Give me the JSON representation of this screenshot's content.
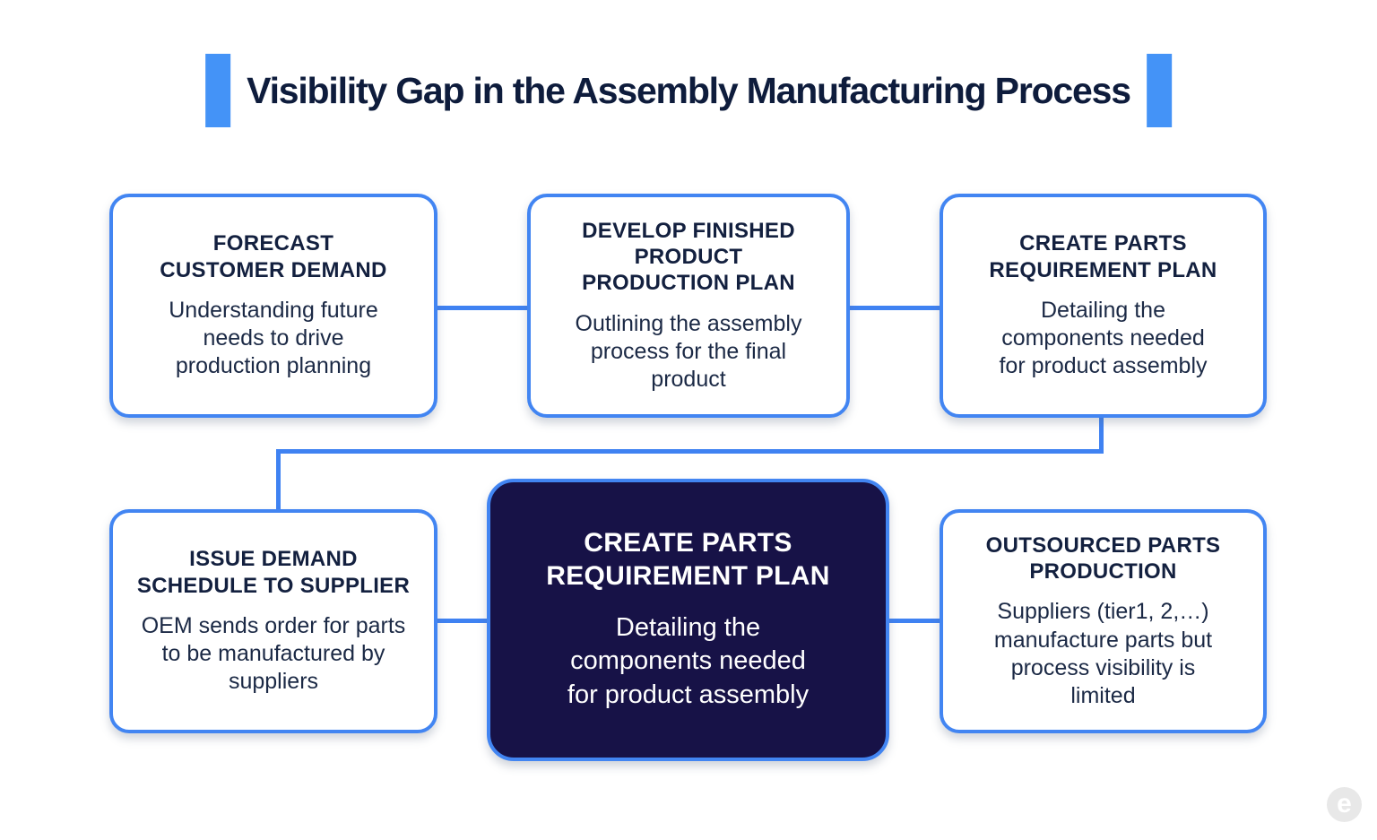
{
  "title": {
    "text": "Visibility Gap in the Assembly Manufacturing Process"
  },
  "boxes": [
    {
      "heading": "FORECAST\nCUSTOMER DEMAND",
      "body": "Understanding future\nneeds to drive\nproduction planning",
      "highlighted": false
    },
    {
      "heading": "DEVELOP FINISHED\nPRODUCT\nPRODUCTION PLAN",
      "body": "Outlining the assembly\nprocess for the final\nproduct",
      "highlighted": false
    },
    {
      "heading": "CREATE PARTS\nREQUIREMENT PLAN",
      "body": "Detailing the\ncomponents needed\nfor product assembly",
      "highlighted": false
    },
    {
      "heading": "ISSUE DEMAND\nSCHEDULE TO SUPPLIER",
      "body": "OEM sends order for parts\nto be manufactured by\nsuppliers",
      "highlighted": false
    },
    {
      "heading": "CREATE PARTS\nREQUIREMENT PLAN",
      "body": "Detailing the\ncomponents needed\nfor product assembly",
      "highlighted": true
    },
    {
      "heading": "OUTSOURCED PARTS\nPRODUCTION",
      "body": "Suppliers (tier1, 2,…)\nmanufacture parts but\nprocess visibility is\nlimited",
      "highlighted": false
    }
  ],
  "watermark": {
    "glyph": "e"
  },
  "colors": {
    "accent_bar": "#4493f7",
    "connector": "#3f82f2",
    "box_border": "#4285f2",
    "box_bg": "#ffffff",
    "highlight_bg": "#171247",
    "highlight_text": "#ffffff",
    "heading_color": "#13203f",
    "body_color": "#1b2945",
    "title_color": "#0e1c3c",
    "watermark_bg": "#e8e8e8"
  }
}
